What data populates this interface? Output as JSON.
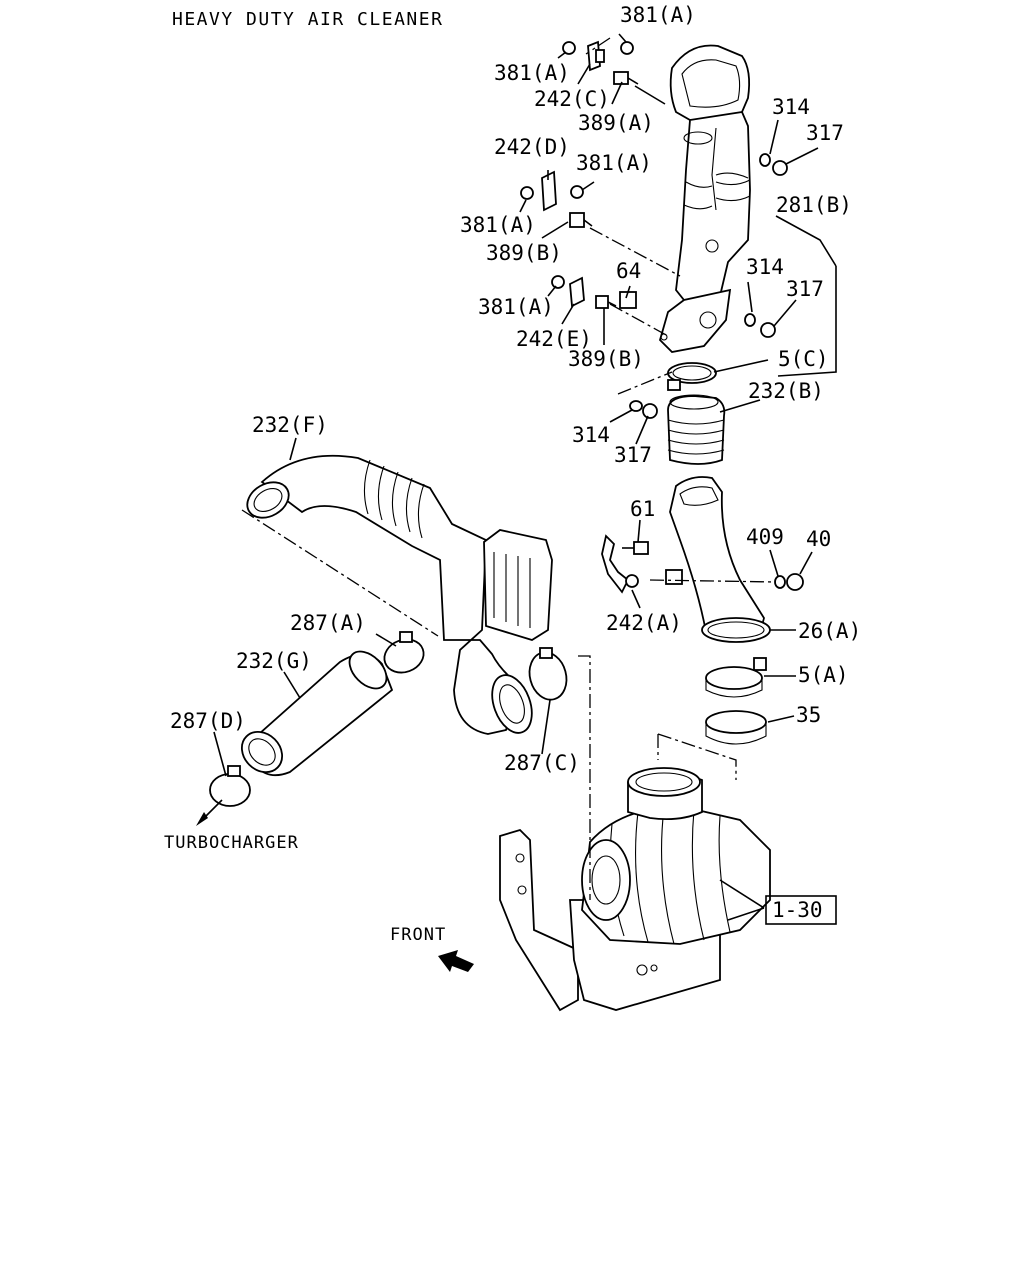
{
  "title": "HEAVY DUTY AIR CLEANER",
  "side_labels": {
    "turbocharger": "TURBOCHARGER",
    "front": "FRONT",
    "ref_box": "1-30"
  },
  "callouts": {
    "c381a_top": "381(A)",
    "c381a_1": "381(A)",
    "c242c": "242(C)",
    "c389a": "389(A)",
    "c314_1": "314",
    "c317_1": "317",
    "c242d": "242(D)",
    "c381a_2": "381(A)",
    "c381a_3": "381(A)",
    "c389b_1": "389(B)",
    "c281b": "281(B)",
    "c64": "64",
    "c314_2": "314",
    "c381a_4": "381(A)",
    "c317_2": "317",
    "c242e": "242(E)",
    "c389b_2": "389(B)",
    "c5c": "5(C)",
    "c232b": "232(B)",
    "c314_3": "314",
    "c317_3": "317",
    "c232f": "232(F)",
    "c61": "61",
    "c409": "409",
    "c40": "40",
    "c242a": "242(A)",
    "c26a": "26(A)",
    "c287a": "287(A)",
    "c232g": "232(G)",
    "c5a": "5(A)",
    "c35": "35",
    "c287d": "287(D)",
    "c287c": "287(C)"
  }
}
